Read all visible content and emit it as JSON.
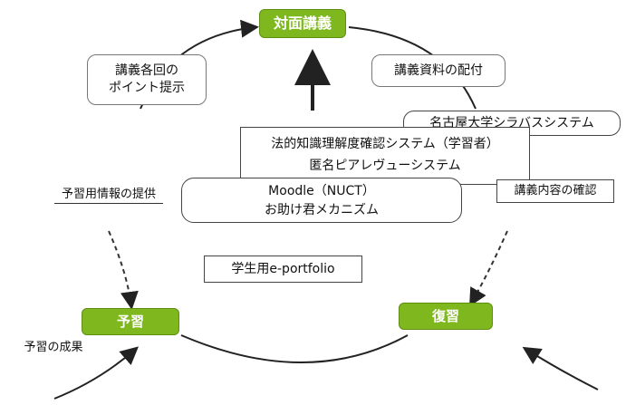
{
  "nodes": {
    "lecture": "対面講義",
    "review": "復習",
    "prepare": "予習"
  },
  "callouts": {
    "points": [
      "講義各回の",
      "ポイント提示"
    ],
    "materials": "講義資料の配付"
  },
  "systems": {
    "syllabus": "名古屋大学シラバスシステム",
    "confirm": "法的知識理解度確認システム（学習者）",
    "anon": "匿名ピアレヴューシステム",
    "moodle": "Moodle（NUCT）",
    "helpers": "お助け君メカニズム",
    "portfolio": "学生用e-portfolio"
  },
  "labels": {
    "prep_info": "予習用情報の提供",
    "content_check": "講義内容の確認",
    "left_bottom": "予習の成果"
  },
  "colors": {
    "node_green": "#7fb81e",
    "line": "#222222"
  }
}
